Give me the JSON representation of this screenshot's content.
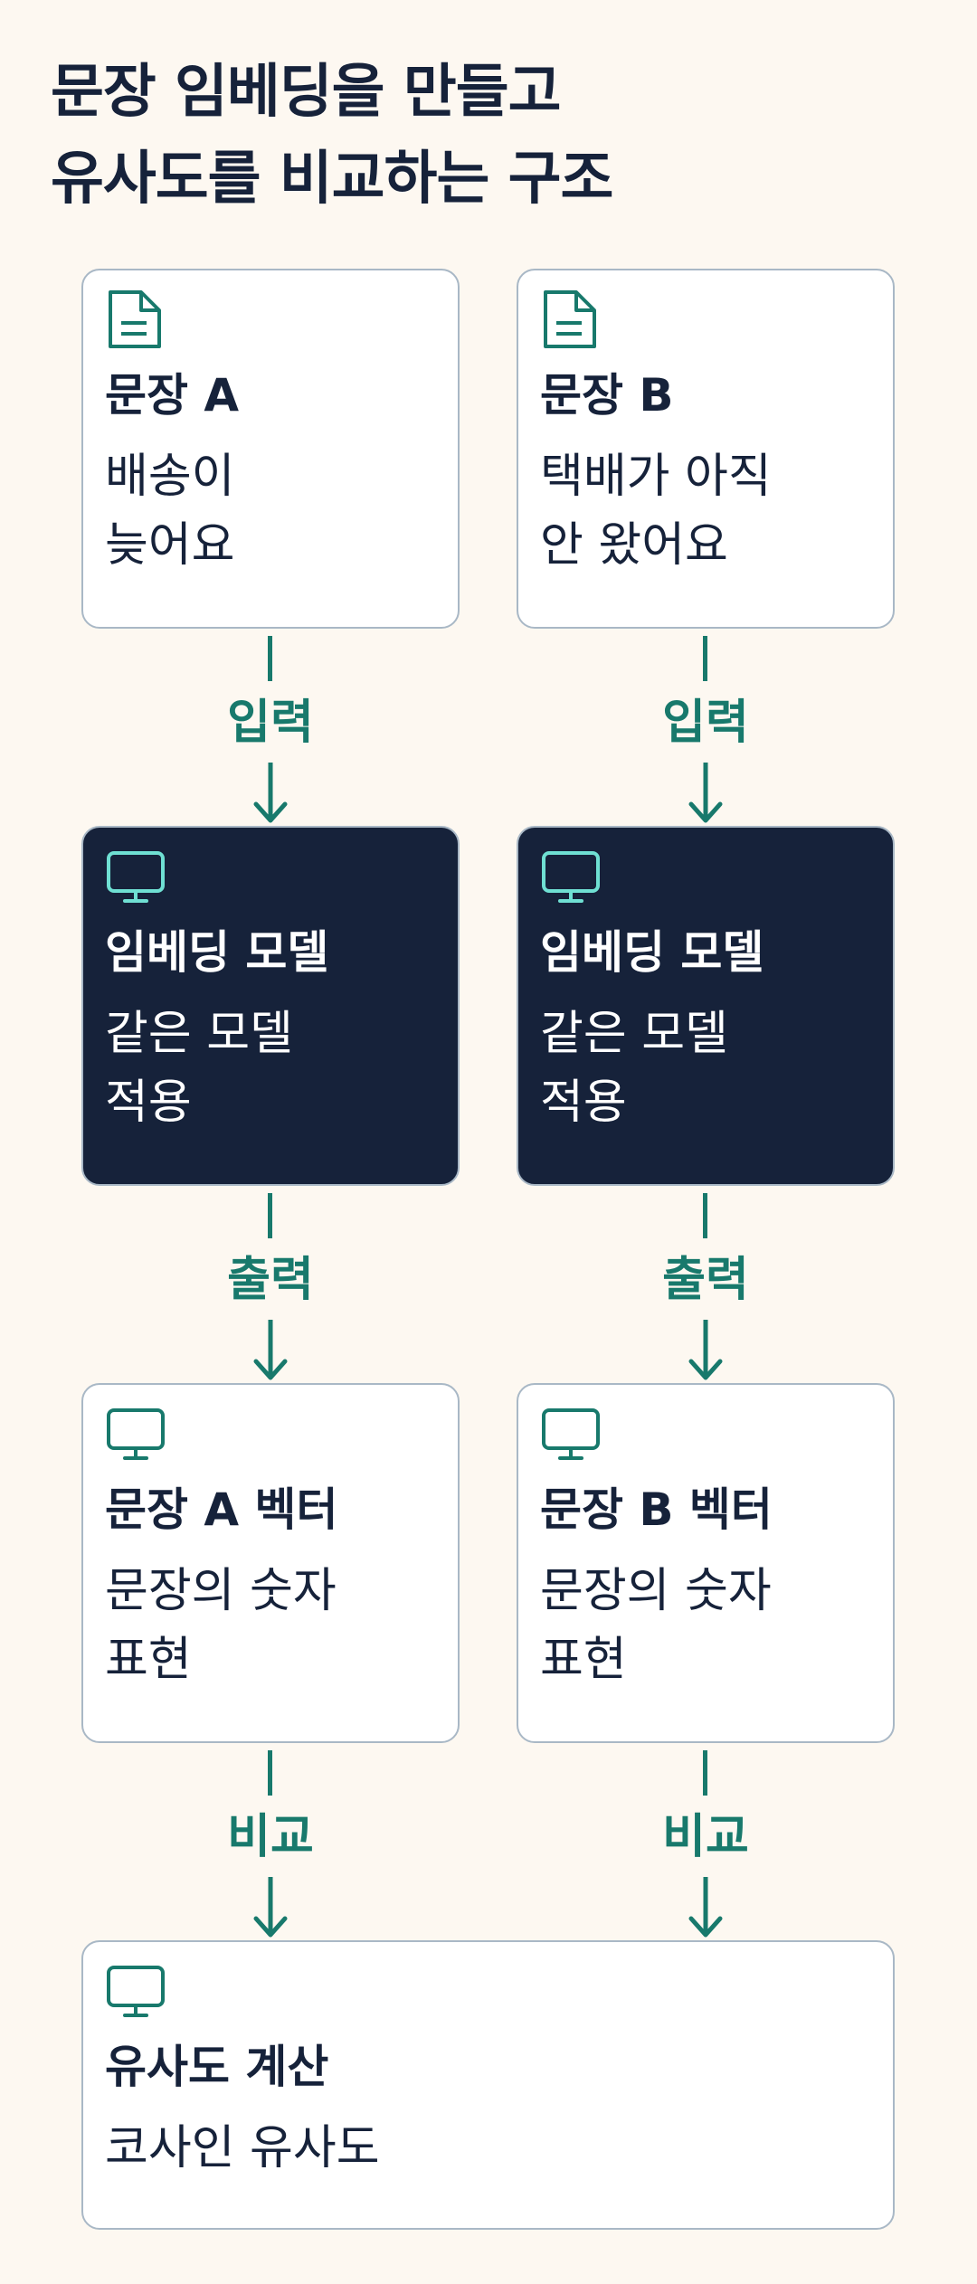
{
  "title": {
    "line1": "문장 임베딩을 만들고",
    "line2": "유사도를 비교하는 구조"
  },
  "colors": {
    "background": "#fdf8f1",
    "navy": "#16223a",
    "teal": "#18796c",
    "mint": "#6fe0d3",
    "border": "#a9b8c6"
  },
  "columns": [
    {
      "sentence": {
        "icon": "document-icon",
        "title": "문장 A",
        "desc": [
          "배송이",
          "늦어요"
        ]
      },
      "input_label": "입력",
      "model": {
        "icon": "monitor-icon",
        "title": "임베딩 모델",
        "desc": [
          "같은 모델",
          "적용"
        ]
      },
      "output_label": "출력",
      "vector": {
        "icon": "monitor-icon",
        "title": "문장 A 벡터",
        "desc": [
          "문장의 숫자",
          "표현"
        ]
      },
      "compare_label": "비교"
    },
    {
      "sentence": {
        "icon": "document-icon",
        "title": "문장 B",
        "desc": [
          "택배가 아직",
          "안 왔어요"
        ]
      },
      "input_label": "입력",
      "model": {
        "icon": "monitor-icon",
        "title": "임베딩 모델",
        "desc": [
          "같은 모델",
          "적용"
        ]
      },
      "output_label": "출력",
      "vector": {
        "icon": "monitor-icon",
        "title": "문장 B 벡터",
        "desc": [
          "문장의 숫자",
          "표현"
        ]
      },
      "compare_label": "비교"
    }
  ],
  "similarity": {
    "icon": "monitor-icon",
    "title": "유사도 계산",
    "desc": "코사인 유사도"
  }
}
